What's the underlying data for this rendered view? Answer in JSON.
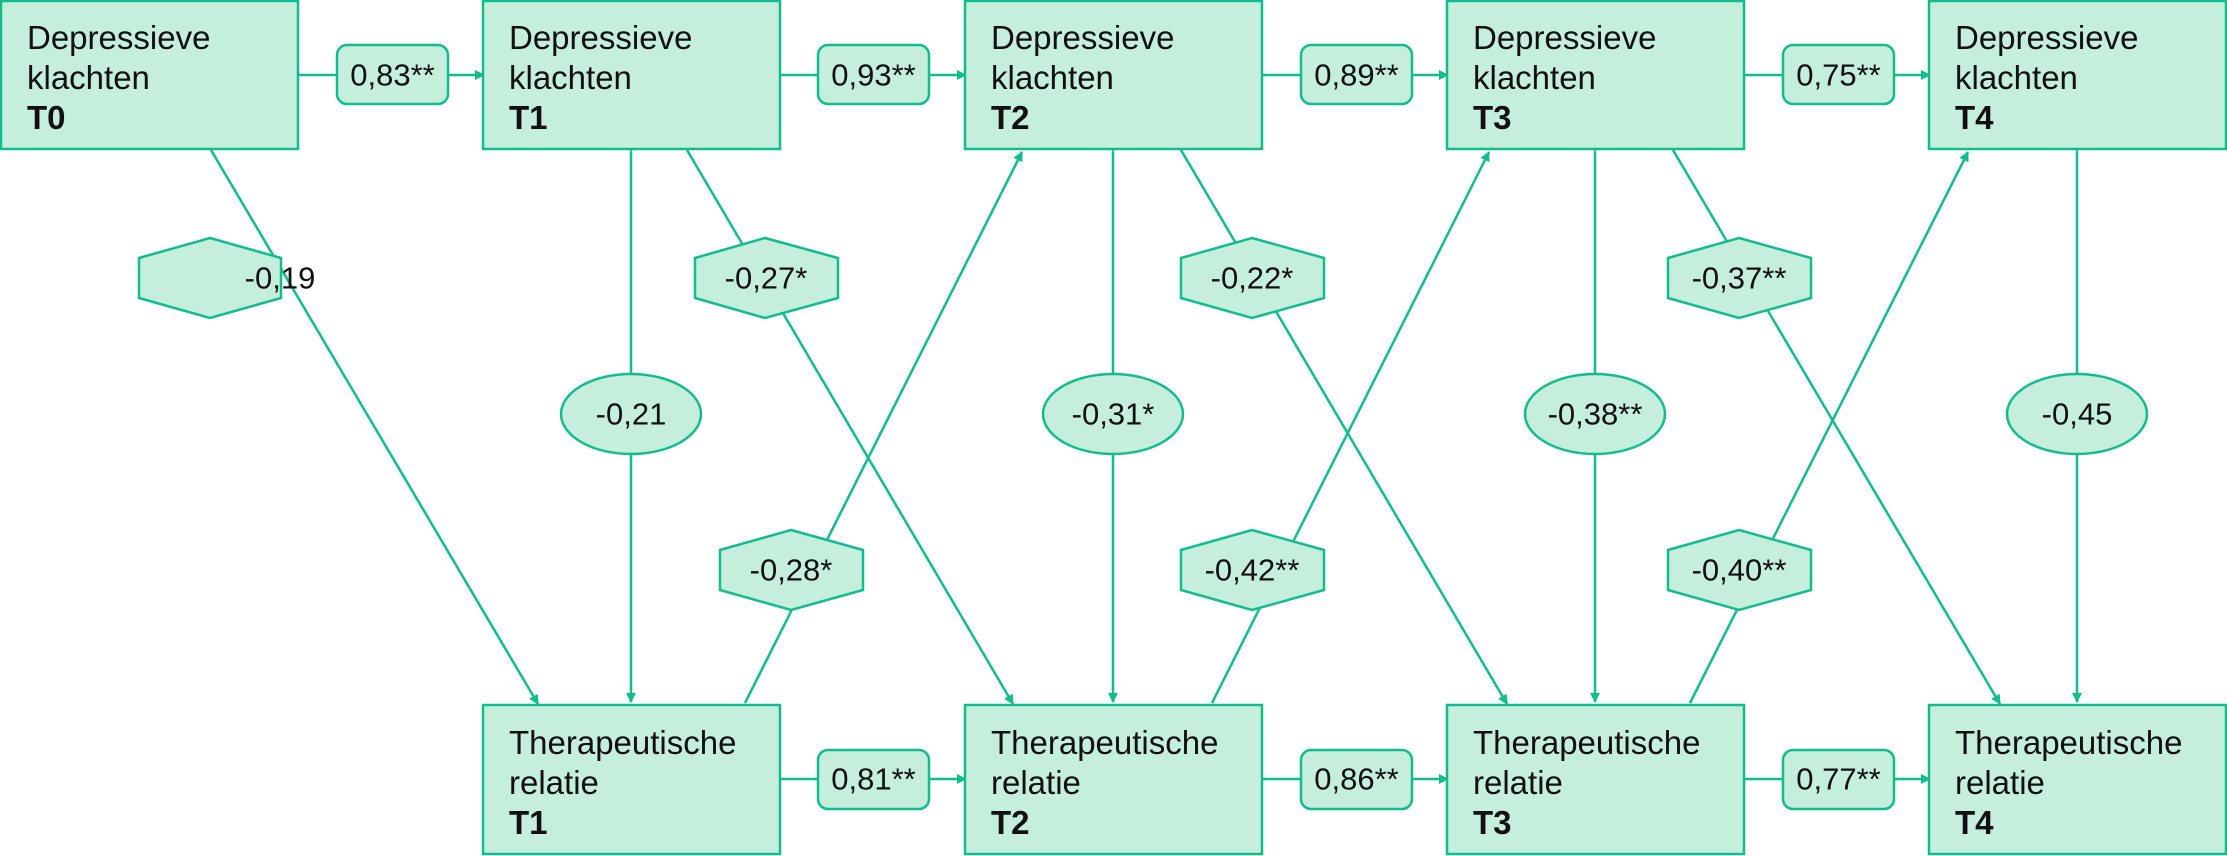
{
  "colors": {
    "box_fill": "#c6eedd",
    "stroke": "#12bd8c",
    "text": "#111111"
  },
  "boxes": {
    "dep_t0": {
      "line1": "Depressieve",
      "line2": "klachten",
      "time": "T0"
    },
    "dep_t1": {
      "line1": "Depressieve",
      "line2": "klachten",
      "time": "T1"
    },
    "dep_t2": {
      "line1": "Depressieve",
      "line2": "klachten",
      "time": "T2"
    },
    "dep_t3": {
      "line1": "Depressieve",
      "line2": "klachten",
      "time": "T3"
    },
    "dep_t4": {
      "line1": "Depressieve",
      "line2": "klachten",
      "time": "T4"
    },
    "ther_t1": {
      "line1": "Therapeutische",
      "line2": "relatie",
      "time": "T1"
    },
    "ther_t2": {
      "line1": "Therapeutische",
      "line2": "relatie",
      "time": "T2"
    },
    "ther_t3": {
      "line1": "Therapeutische",
      "line2": "relatie",
      "time": "T3"
    },
    "ther_t4": {
      "line1": "Therapeutische",
      "line2": "relatie",
      "time": "T4"
    }
  },
  "stability_dep": [
    "0,83**",
    "0,93**",
    "0,89**",
    "0,75**"
  ],
  "stability_ther": [
    "0,81**",
    "0,86**",
    "0,77**"
  ],
  "correlations": [
    "-0,21",
    "-0,31*",
    "-0,38**",
    "-0,45"
  ],
  "cross_dep_to_ther": [
    "-0,19",
    "-0,27*",
    "-0,22*",
    "-0,37**"
  ],
  "cross_ther_to_dep": [
    "-0,28*",
    "-0,42**",
    "-0,40**"
  ]
}
